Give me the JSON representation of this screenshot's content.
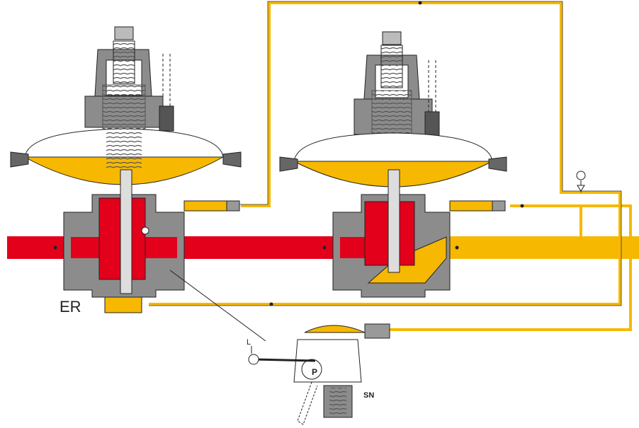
{
  "labels": {
    "er": "ER",
    "l": "L",
    "p": "P",
    "sn": "SN"
  },
  "colors": {
    "inlet_gas": "#e2001a",
    "outlet_gas": "#f6b800",
    "body_grey": "#8c8c8c",
    "line": "#222222"
  },
  "icons": {
    "pressure_gauge": "pressure-gauge-icon",
    "flow_arrow": "flow-direction-arrow-icon"
  }
}
